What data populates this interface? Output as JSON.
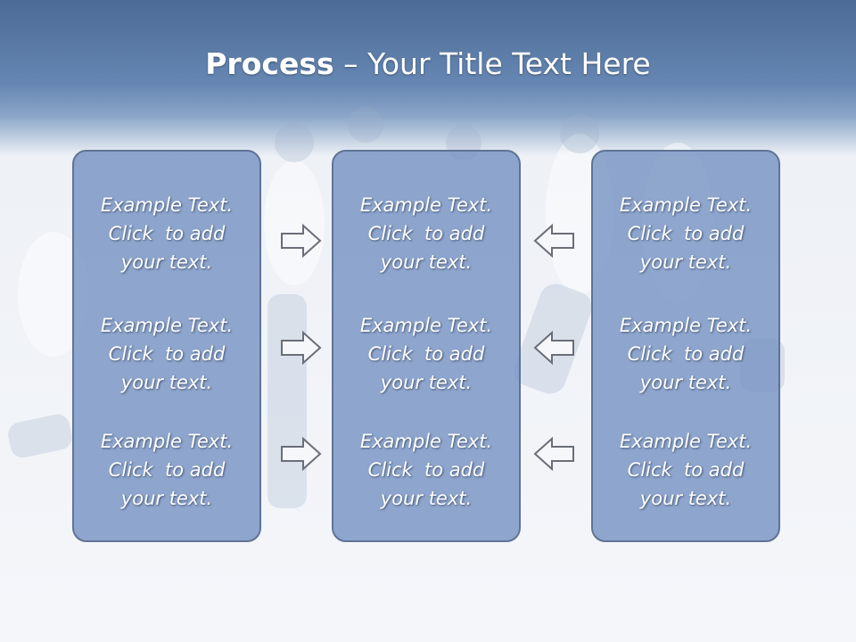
{
  "title": {
    "bold": "Process",
    "rest": " – Your Title Text Here"
  },
  "columns": [
    {
      "cells": [
        [
          "Example Text.",
          "Click  to add",
          "your text."
        ],
        [
          "Example Text.",
          "Click  to add",
          "your text."
        ],
        [
          "Example Text.",
          "Click  to add",
          "your text."
        ]
      ]
    },
    {
      "cells": [
        [
          "Example Text.",
          "Click  to add",
          "your text."
        ],
        [
          "Example Text.",
          "Click  to add",
          "your text."
        ],
        [
          "Example Text.",
          "Click  to add",
          "your text."
        ]
      ]
    },
    {
      "cells": [
        [
          "Example Text.",
          "Click  to add",
          "your text."
        ],
        [
          "Example Text.",
          "Click  to add",
          "your text."
        ],
        [
          "Example Text.",
          "Click  to add",
          "your text."
        ]
      ]
    }
  ],
  "icons": {
    "left_arrows": "arrow-right-icon",
    "right_arrows": "arrow-left-icon"
  },
  "colors": {
    "box_fill": "#7894c3",
    "box_border": "#5f7395",
    "header": "#5a7aa6"
  }
}
